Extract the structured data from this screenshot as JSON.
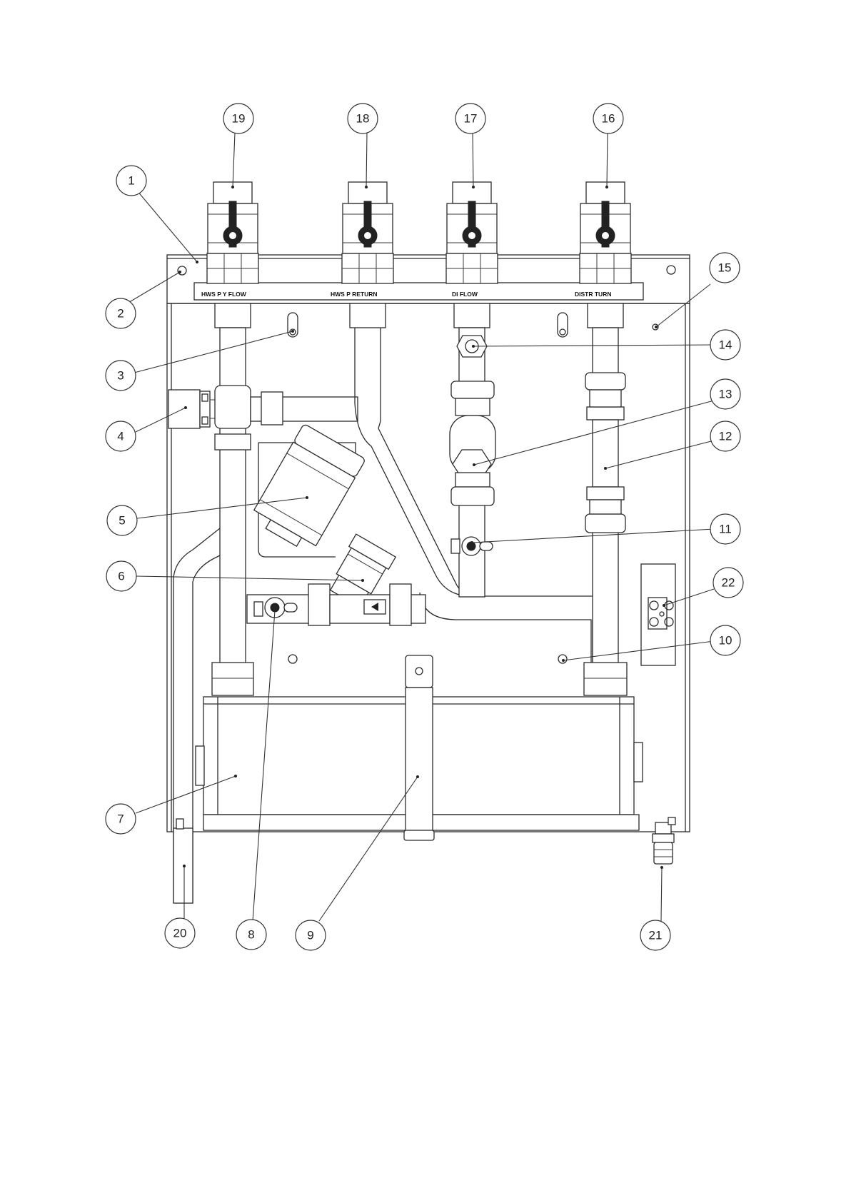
{
  "diagram": {
    "label_strip": {
      "fragments": [
        {
          "id": "hws-primary-flow",
          "text": "HWS P     Y FLOW"
        },
        {
          "id": "hws-primary-return",
          "text": "HWS P     RETURN"
        },
        {
          "id": "distr-flow",
          "text": "DI       FLOW"
        },
        {
          "id": "distr-return",
          "text": "DISTR     TURN"
        }
      ]
    },
    "callouts": [
      {
        "id": "c1",
        "number": "1"
      },
      {
        "id": "c2",
        "number": "2"
      },
      {
        "id": "c3",
        "number": "3"
      },
      {
        "id": "c4",
        "number": "4"
      },
      {
        "id": "c5",
        "number": "5"
      },
      {
        "id": "c6",
        "number": "6"
      },
      {
        "id": "c7",
        "number": "7"
      },
      {
        "id": "c8",
        "number": "8"
      },
      {
        "id": "c9",
        "number": "9"
      },
      {
        "id": "c10",
        "number": "10"
      },
      {
        "id": "c11",
        "number": "11"
      },
      {
        "id": "c12",
        "number": "12"
      },
      {
        "id": "c13",
        "number": "13"
      },
      {
        "id": "c14",
        "number": "14"
      },
      {
        "id": "c15",
        "number": "15"
      },
      {
        "id": "c16",
        "number": "16"
      },
      {
        "id": "c17",
        "number": "17"
      },
      {
        "id": "c18",
        "number": "18"
      },
      {
        "id": "c19",
        "number": "19"
      },
      {
        "id": "c20",
        "number": "20"
      },
      {
        "id": "c21",
        "number": "21"
      },
      {
        "id": "c22",
        "number": "22"
      }
    ]
  }
}
